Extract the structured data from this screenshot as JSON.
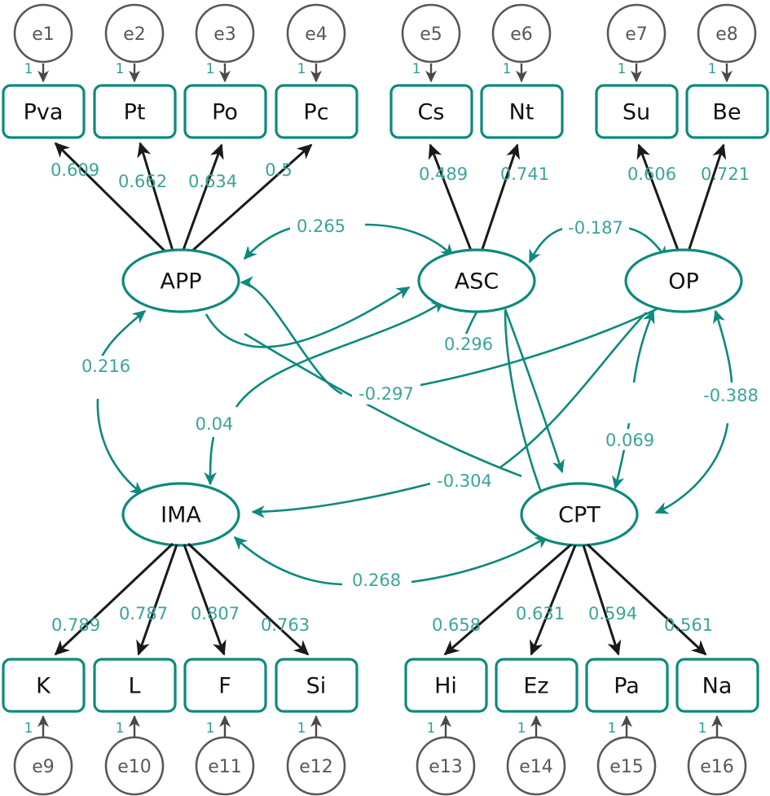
{
  "diagram": {
    "title": "Structural Equation Model Path Diagram",
    "type": "sem-path-diagram",
    "colors": {
      "construct_stroke": "#0d8a7d",
      "coefficient_text": "#3aa49b",
      "error_stroke": "#585858",
      "loading_arrow": "#1a1a1a",
      "background": "#ffffff"
    }
  },
  "errors": [
    {
      "id": "e1",
      "label": "e1",
      "fixed": "1"
    },
    {
      "id": "e2",
      "label": "e2",
      "fixed": "1"
    },
    {
      "id": "e3",
      "label": "e3",
      "fixed": "1"
    },
    {
      "id": "e4",
      "label": "e4",
      "fixed": "1"
    },
    {
      "id": "e5",
      "label": "e5",
      "fixed": "1"
    },
    {
      "id": "e6",
      "label": "e6",
      "fixed": "1"
    },
    {
      "id": "e7",
      "label": "e7",
      "fixed": "1"
    },
    {
      "id": "e8",
      "label": "e8",
      "fixed": "1"
    },
    {
      "id": "e9",
      "label": "e9",
      "fixed": "1"
    },
    {
      "id": "e10",
      "label": "e10",
      "fixed": "1"
    },
    {
      "id": "e11",
      "label": "e11",
      "fixed": "1"
    },
    {
      "id": "e12",
      "label": "e12",
      "fixed": "1"
    },
    {
      "id": "e13",
      "label": "e13",
      "fixed": "1"
    },
    {
      "id": "e14",
      "label": "e14",
      "fixed": "1"
    },
    {
      "id": "e15",
      "label": "e15",
      "fixed": "1"
    },
    {
      "id": "e16",
      "label": "e16",
      "fixed": "1"
    }
  ],
  "observed": [
    {
      "id": "Pva",
      "label": "Pva"
    },
    {
      "id": "Pt",
      "label": "Pt"
    },
    {
      "id": "Po",
      "label": "Po"
    },
    {
      "id": "Pc",
      "label": "Pc"
    },
    {
      "id": "Cs",
      "label": "Cs"
    },
    {
      "id": "Nt",
      "label": "Nt"
    },
    {
      "id": "Su",
      "label": "Su"
    },
    {
      "id": "Be",
      "label": "Be"
    },
    {
      "id": "K",
      "label": "K"
    },
    {
      "id": "L",
      "label": "L"
    },
    {
      "id": "F",
      "label": "F"
    },
    {
      "id": "Si",
      "label": "Si"
    },
    {
      "id": "Hi",
      "label": "Hi"
    },
    {
      "id": "Ez",
      "label": "Ez"
    },
    {
      "id": "Pa",
      "label": "Pa"
    },
    {
      "id": "Na",
      "label": "Na"
    }
  ],
  "latent": [
    {
      "id": "APP",
      "label": "APP"
    },
    {
      "id": "ASC",
      "label": "ASC"
    },
    {
      "id": "OP",
      "label": "OP"
    },
    {
      "id": "IMA",
      "label": "IMA"
    },
    {
      "id": "CPT",
      "label": "CPT"
    }
  ],
  "loadings": [
    {
      "from": "APP",
      "to": "Pva",
      "value": "0.609"
    },
    {
      "from": "APP",
      "to": "Pt",
      "value": "0.662"
    },
    {
      "from": "APP",
      "to": "Po",
      "value": "0.634"
    },
    {
      "from": "APP",
      "to": "Pc",
      "value": "0.5"
    },
    {
      "from": "ASC",
      "to": "Cs",
      "value": "0.489"
    },
    {
      "from": "ASC",
      "to": "Nt",
      "value": "0.741"
    },
    {
      "from": "OP",
      "to": "Su",
      "value": "0.606"
    },
    {
      "from": "OP",
      "to": "Be",
      "value": "0.721"
    },
    {
      "from": "IMA",
      "to": "K",
      "value": "0.789"
    },
    {
      "from": "IMA",
      "to": "L",
      "value": "0.787"
    },
    {
      "from": "IMA",
      "to": "F",
      "value": "0.807"
    },
    {
      "from": "IMA",
      "to": "Si",
      "value": "0.763"
    },
    {
      "from": "CPT",
      "to": "Hi",
      "value": "0.658"
    },
    {
      "from": "CPT",
      "to": "Ez",
      "value": "0.631"
    },
    {
      "from": "CPT",
      "to": "Pa",
      "value": "0.594"
    },
    {
      "from": "CPT",
      "to": "Na",
      "value": "0.561"
    }
  ],
  "structural": [
    {
      "from": "APP",
      "to": "ASC",
      "value": "0.265",
      "double": true
    },
    {
      "from": "ASC",
      "to": "OP",
      "value": "-0.187",
      "double": true
    },
    {
      "from": "APP",
      "to": "IMA",
      "value": "0.216",
      "double": true
    },
    {
      "from": "ASC",
      "to": "IMA",
      "value": "0.04",
      "double": true
    },
    {
      "from": "IMA",
      "to": "ASC",
      "value": "0.296",
      "double": true
    },
    {
      "from": "OP",
      "to": "APP",
      "value": "-0.297",
      "double": true
    },
    {
      "from": "OP",
      "to": "IMA",
      "value": "-0.304",
      "double": true
    },
    {
      "from": "OP",
      "to": "CPT",
      "value": "0.069",
      "double": true
    },
    {
      "from": "OP",
      "to": "CPT",
      "value": "-0.388",
      "double": true
    },
    {
      "from": "IMA",
      "to": "CPT",
      "value": "0.268",
      "double": true
    }
  ],
  "coef_labels": {
    "l_pva": "0.609",
    "l_pt": "0.662",
    "l_po": "0.634",
    "l_pc": "0.5",
    "l_cs": "0.489",
    "l_nt": "0.741",
    "l_su": "0.606",
    "l_be": "0.721",
    "l_k": "0.789",
    "l_l": "0.787",
    "l_f": "0.807",
    "l_si": "0.763",
    "l_hi": "0.658",
    "l_ez": "0.631",
    "l_pa": "0.594",
    "l_na": "0.561",
    "s_app_asc": "0.265",
    "s_asc_op": "-0.187",
    "s_app_ima": "0.216",
    "s_asc_ima": "0.04",
    "s_ima_asc": "0.296",
    "s_op_app": "-0.297",
    "s_op_ima": "-0.304",
    "s_op_cpt_a": "0.069",
    "s_op_cpt_b": "-0.388",
    "s_ima_cpt": "0.268"
  },
  "fixed_one": "1"
}
